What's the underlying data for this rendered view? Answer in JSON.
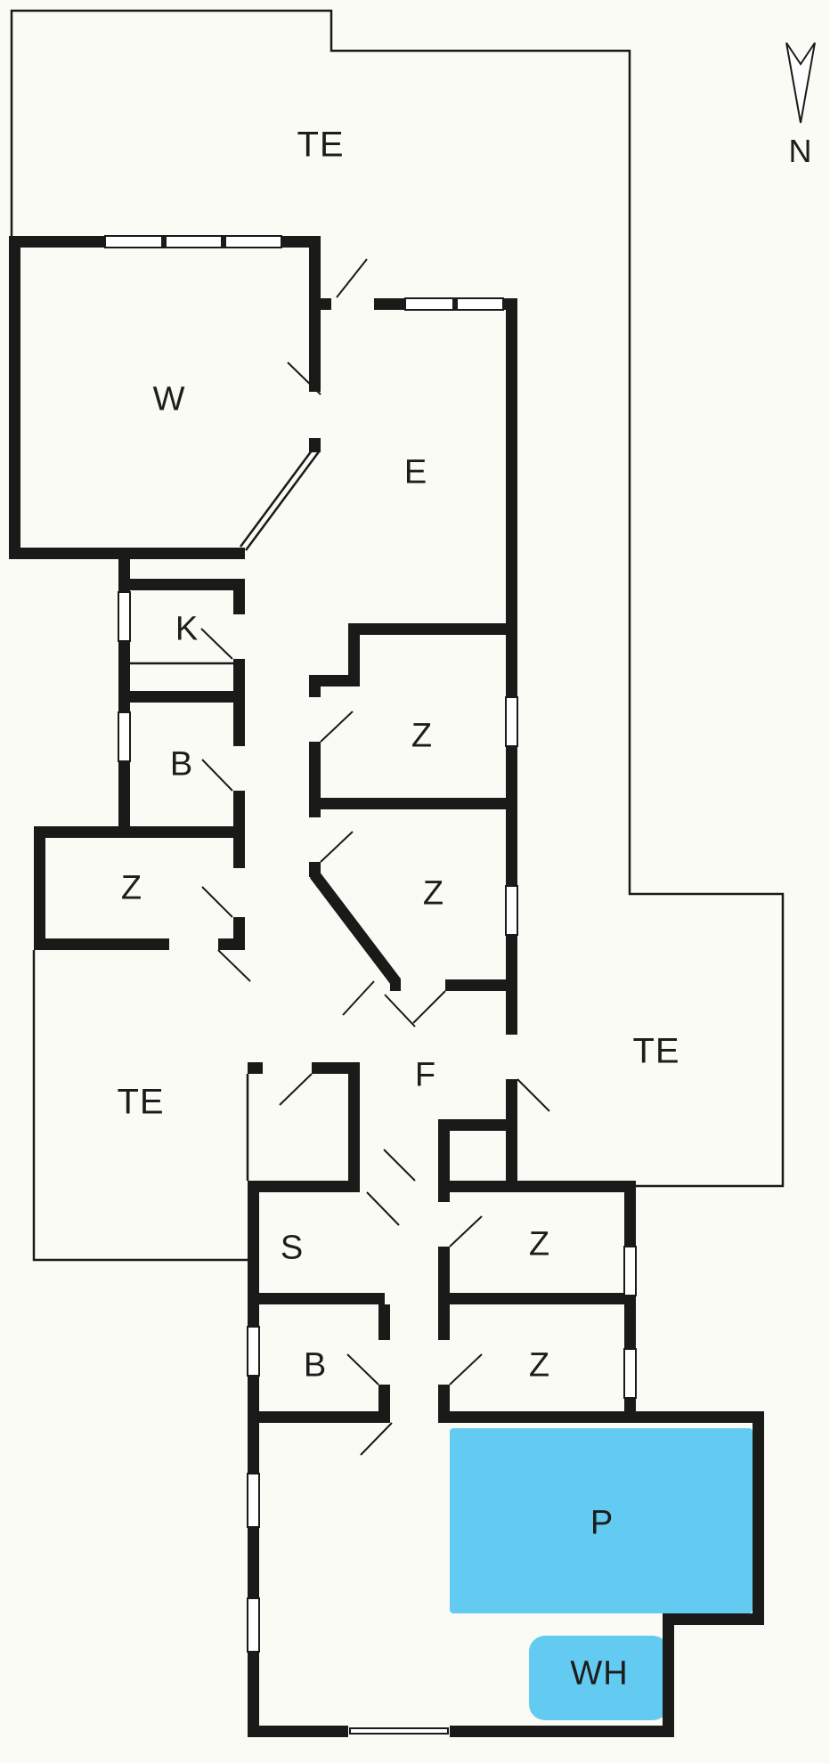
{
  "plan": {
    "compass_label": "N",
    "rooms": {
      "terrace_top": "TE",
      "living_room": "W",
      "dining_room": "E",
      "kitchen": "K",
      "bathroom_1": "B",
      "bedroom_left": "Z",
      "bedroom_mid_upper": "Z",
      "bedroom_mid_lower": "Z",
      "hallway": "F",
      "terrace_left": "TE",
      "terrace_right": "TE",
      "sauna": "S",
      "bedroom_lower_1": "Z",
      "bathroom_2": "B",
      "bedroom_lower_2": "Z",
      "pool": "P",
      "whirlpool": "WH"
    },
    "colors": {
      "background": "#fbfbf6",
      "wall": "#1a1a18",
      "water": "#63cbf1",
      "label": "#1d1d1b"
    }
  }
}
